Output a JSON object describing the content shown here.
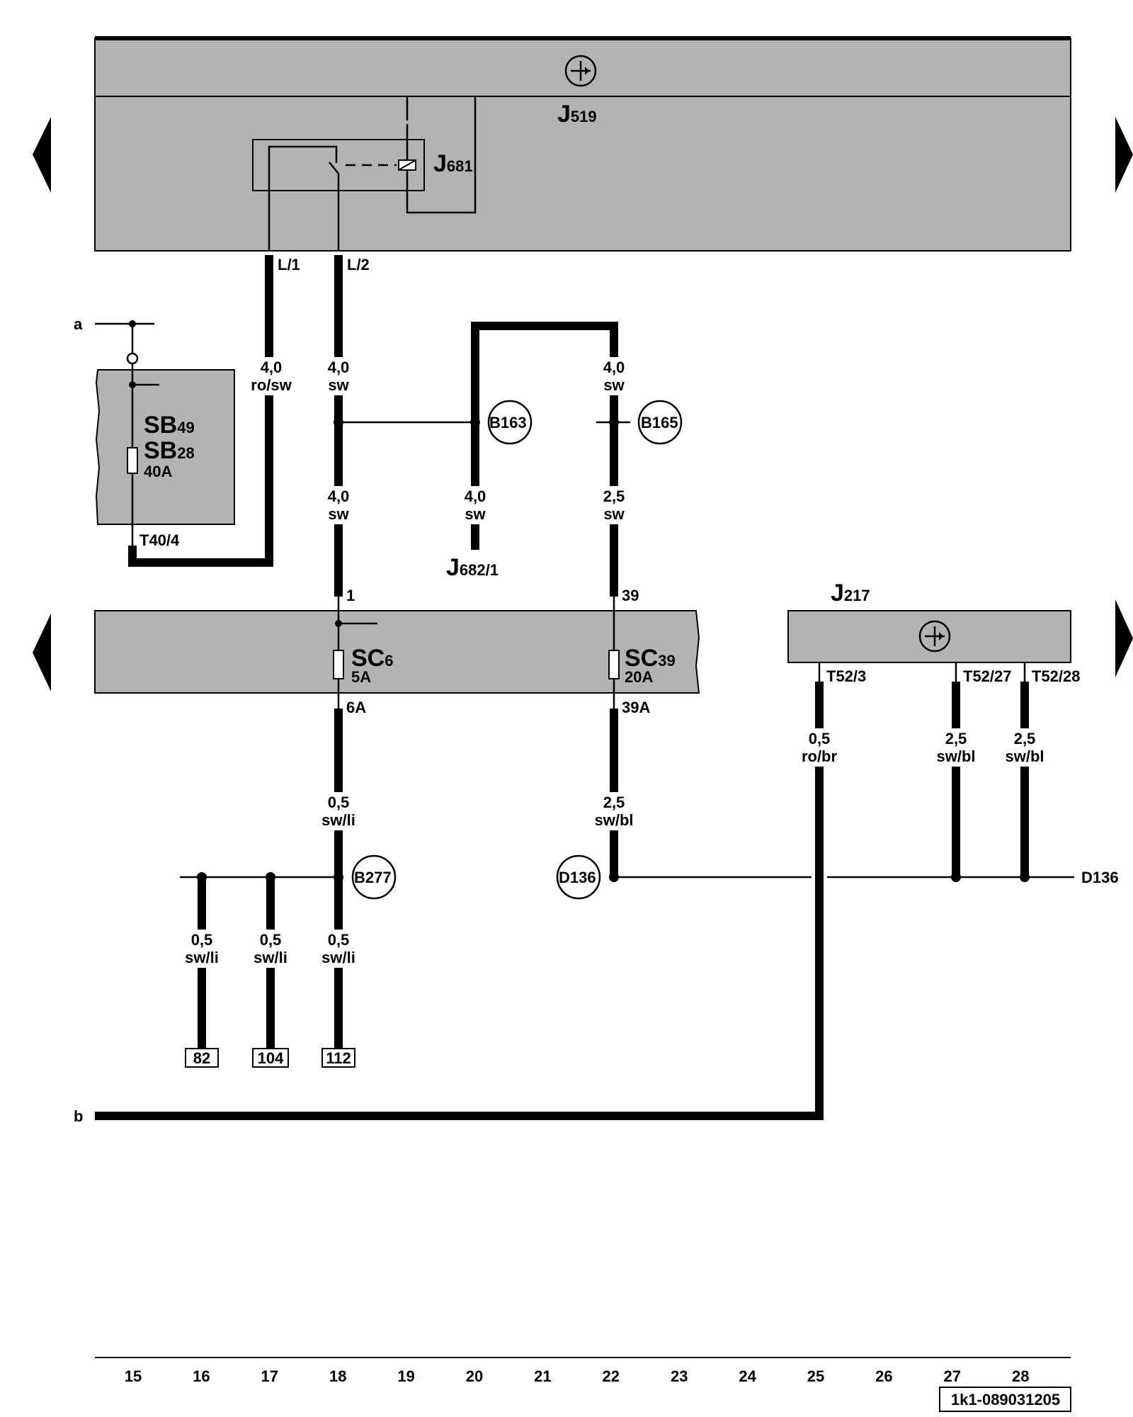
{
  "components": {
    "j519": {
      "letter": "J",
      "num": "519"
    },
    "j681": {
      "letter": "J",
      "num": "681"
    },
    "j217": {
      "letter": "J",
      "num": "217"
    },
    "j682": {
      "letter": "J",
      "num": "682",
      "pin": "/1"
    },
    "sb49": {
      "letter": "SB",
      "num": "49"
    },
    "sb28": {
      "letter": "SB",
      "num": "28",
      "rating": "40A"
    },
    "sc6": {
      "letter": "SC",
      "num": "6",
      "rating": "5A"
    },
    "sc39": {
      "letter": "SC",
      "num": "39",
      "rating": "20A"
    }
  },
  "connectors": {
    "l1": "L/1",
    "l2": "L/2",
    "t40_4": "T40/4",
    "p1": "1",
    "p39": "39",
    "p6a": "6A",
    "p39a": "39A",
    "t52_3": "T52/3",
    "t52_27": "T52/27",
    "t52_28": "T52/28"
  },
  "junctions": {
    "b163": "B163",
    "b165": "B165",
    "b277": "B277",
    "d136": "D136"
  },
  "off_page": {
    "a": "a",
    "b": "b",
    "d136": "D136"
  },
  "wires": {
    "w_rosw": {
      "size": "4,0",
      "color": "ro/sw"
    },
    "w_l2": {
      "size": "4,0",
      "color": "sw"
    },
    "w_b165top": {
      "size": "4,0",
      "color": "sw"
    },
    "w_18mid": {
      "size": "4,0",
      "color": "sw"
    },
    "w_j682": {
      "size": "4,0",
      "color": "sw"
    },
    "w_22mid": {
      "size": "2,5",
      "color": "sw"
    },
    "w_18low": {
      "size": "0,5",
      "color": "sw/li"
    },
    "w_22low": {
      "size": "2,5",
      "color": "sw/bl"
    },
    "w_rob": {
      "size": "0,5",
      "color": "ro/br"
    },
    "w_27": {
      "size": "2,5",
      "color": "sw/bl"
    },
    "w_28": {
      "size": "2,5",
      "color": "sw/bl"
    },
    "w_16": {
      "size": "0,5",
      "color": "sw/li"
    },
    "w_17": {
      "size": "0,5",
      "color": "sw/li"
    },
    "w_18bot": {
      "size": "0,5",
      "color": "sw/li"
    }
  },
  "refs": {
    "r82": "82",
    "r104": "104",
    "r112": "112"
  },
  "grid": [
    "15",
    "16",
    "17",
    "18",
    "19",
    "20",
    "21",
    "22",
    "23",
    "24",
    "25",
    "26",
    "27",
    "28"
  ],
  "doc_code": "1k1-089031205",
  "colors": {
    "panel": "#b3b3b3",
    "wire": "#000000"
  }
}
